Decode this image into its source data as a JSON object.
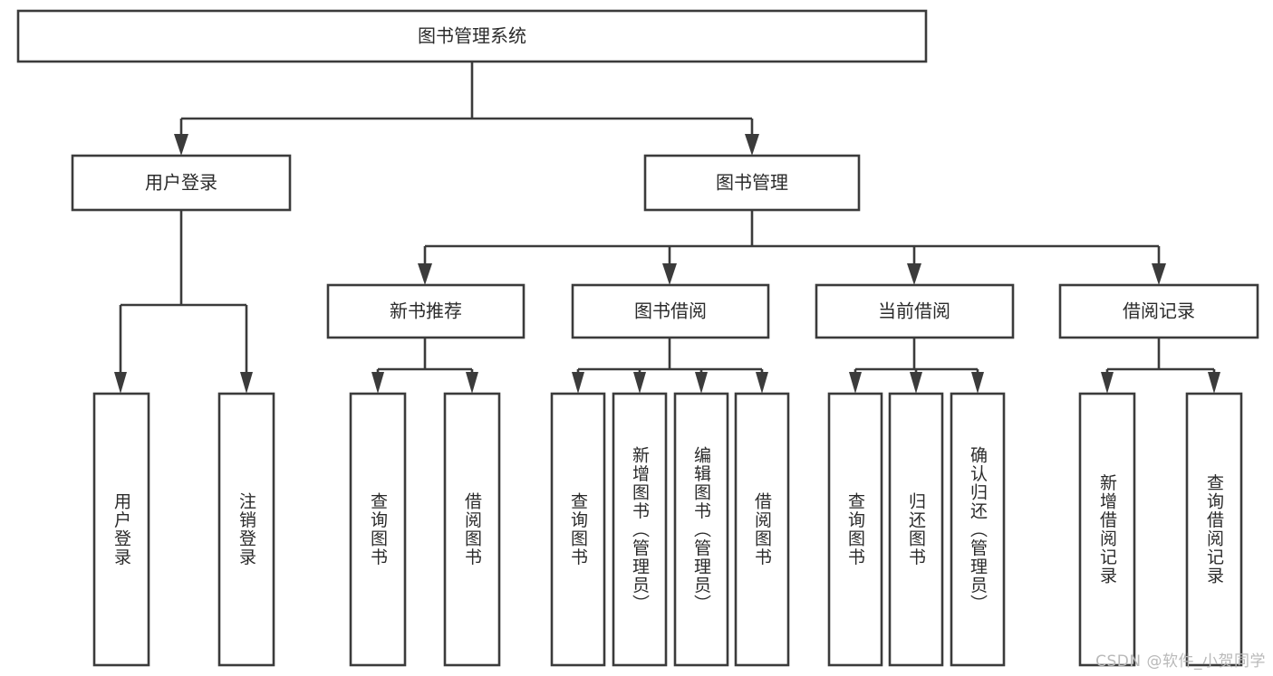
{
  "diagram": {
    "title": "图书管理系统",
    "type": "hierarchy-tree",
    "root": {
      "id": "root",
      "label": "图书管理系统"
    },
    "level1": [
      {
        "id": "user-login",
        "label": "用户登录"
      },
      {
        "id": "book-manage",
        "label": "图书管理"
      }
    ],
    "level2": [
      {
        "id": "new-book-recommend",
        "label": "新书推荐",
        "parent": "book-manage"
      },
      {
        "id": "book-borrow",
        "label": "图书借阅",
        "parent": "book-manage"
      },
      {
        "id": "current-borrow",
        "label": "当前借阅",
        "parent": "book-manage"
      },
      {
        "id": "borrow-record",
        "label": "借阅记录",
        "parent": "book-manage"
      }
    ],
    "leaves": {
      "user_login": [
        {
          "id": "leaf-user-login",
          "label": "用户登录"
        },
        {
          "id": "leaf-logout-login",
          "label": "注销登录"
        }
      ],
      "new_book_recommend": [
        {
          "id": "leaf-query-book-1",
          "label": "查询图书"
        },
        {
          "id": "leaf-borrow-book-1",
          "label": "借阅图书"
        }
      ],
      "book_borrow": [
        {
          "id": "leaf-query-book-2",
          "label": "查询图书"
        },
        {
          "id": "leaf-add-book",
          "label": "新增图书（管理员）"
        },
        {
          "id": "leaf-edit-book",
          "label": "编辑图书（管理员）"
        },
        {
          "id": "leaf-borrow-book-2",
          "label": "借阅图书"
        }
      ],
      "current_borrow": [
        {
          "id": "leaf-query-book-3",
          "label": "查询图书"
        },
        {
          "id": "leaf-return-book",
          "label": "归还图书"
        },
        {
          "id": "leaf-confirm-return",
          "label": "确认归还（管理员）"
        }
      ],
      "borrow_record": [
        {
          "id": "leaf-add-record",
          "label": "新增借阅记录"
        },
        {
          "id": "leaf-query-record",
          "label": "查询借阅记录"
        }
      ]
    },
    "colors": {
      "stroke": "#3b3b3b",
      "fill": "#ffffff",
      "text": "#2b2b2b",
      "watermark": "#b9b9b9",
      "background": "#ffffff"
    }
  },
  "watermark": {
    "text": "CSDN @软件_小贺同学"
  }
}
